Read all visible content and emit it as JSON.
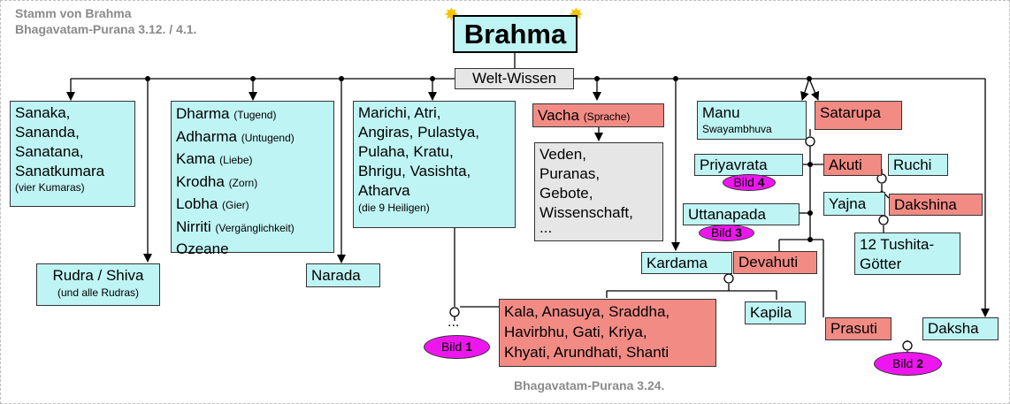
{
  "header": {
    "line1": "Stamm von Brahma",
    "line2": "Bhagavatam-Purana 3.12. / 4.1."
  },
  "root": {
    "name": "Brahma",
    "star_icon": "star-icon"
  },
  "knowledge": "Welt-Wissen",
  "kumaras": {
    "names": [
      "Sanaka,",
      "Sananda,",
      "Sanatana,",
      "Sanatkumara"
    ],
    "note": "(vier Kumaras)"
  },
  "rudra": {
    "name": "Rudra / Shiva",
    "note": "(und alle Rudras)"
  },
  "qualities": [
    {
      "name": "Dharma",
      "note": "(Tugend)"
    },
    {
      "name": "Adharma",
      "note": "(Untugend)"
    },
    {
      "name": "Kama",
      "note": "(Liebe)"
    },
    {
      "name": "Krodha",
      "note": "(Zorn)"
    },
    {
      "name": "Lobha",
      "note": "(Gier)"
    },
    {
      "name": "Nirriti",
      "note": "(Vergänglichkeit)"
    },
    {
      "name": "Ozeane",
      "note": ""
    }
  ],
  "narada": "Narada",
  "sages": {
    "lines": [
      "Marichi, Atri,",
      "Angiras, Pulastya,",
      "Pulaha, Kratu,",
      "Bhrigu, Vasishta,",
      "Atharva"
    ],
    "note": "(die 9 Heiligen)"
  },
  "vacha": {
    "name": "Vacha",
    "note": "(Sprache)"
  },
  "scriptures": [
    "Veden,",
    "Puranas,",
    "Gebote,",
    "Wissenschaft,",
    "..."
  ],
  "manu": {
    "name": "Manu",
    "title": "Swayambhuva"
  },
  "satarupa": "Satarupa",
  "priyavrata": "Priyavrata",
  "akuti": "Akuti",
  "ruchi": "Ruchi",
  "yajna": "Yajna",
  "dakshina": "Dakshina",
  "uttanapada": "Uttanapada",
  "tushita": [
    "12 Tushita-",
    "Götter"
  ],
  "kardama": "Kardama",
  "devahuti": "Devahuti",
  "daughters": [
    "Kala, Anasuya, Sraddha,",
    "Havirbhu, Gati, Kriya,",
    "Khyati, Arundhati, Shanti"
  ],
  "kapila": "Kapila",
  "prasuti": "Prasuti",
  "daksha": "Daksha",
  "ellipsis": "...",
  "bild": {
    "label": "Bild",
    "b1": "1",
    "b2": "2",
    "b3": "3",
    "b4": "4"
  },
  "footer": "Bhagavatam-Purana 3.24.",
  "colors": {
    "cyan": "#bff4f4",
    "pink": "#f38b85",
    "grey": "#e6e6e6",
    "bild": "#ee16ee"
  }
}
